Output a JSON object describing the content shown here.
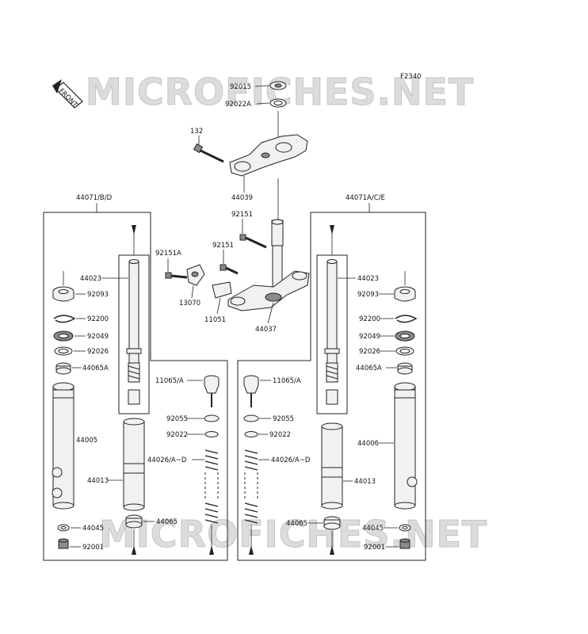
{
  "diagram_code": "F2340",
  "watermark": "MICROFICHES.NET",
  "front_tag": "FRONT",
  "groups": {
    "left": "44071/B/D",
    "right": "44071A/C/E"
  },
  "labels": {
    "p92015": "92015",
    "p92022A": "92022A",
    "p132": "132",
    "p44039": "44039",
    "p92151_top": "92151",
    "p92151_mid": "92151",
    "p92151A": "92151A",
    "p13070": "13070",
    "p11051": "11051",
    "p44037": "44037",
    "l44023": "44023",
    "l92093": "92093",
    "l92200": "92200",
    "l92049": "92049",
    "l92026": "92026",
    "l44065A": "44065A",
    "l11065A": "11065/A",
    "l92055": "92055",
    "l92022": "92022",
    "l44026": "44026/A~D",
    "l44005": "44005",
    "l44013": "44013",
    "l44045": "44045",
    "l44065": "44065",
    "l92001": "92001",
    "r44023": "44023",
    "r92093": "92093",
    "r92200": "92200",
    "r92049": "92049",
    "r92026": "92026",
    "r44065A": "44065A",
    "r11065A": "11065/A",
    "r92055": "92055",
    "r92022": "92022",
    "r44026": "44026/A~D",
    "r44006": "44006",
    "r44013": "44013",
    "r44065": "44065",
    "r44045": "44045",
    "r92001": "92001"
  }
}
